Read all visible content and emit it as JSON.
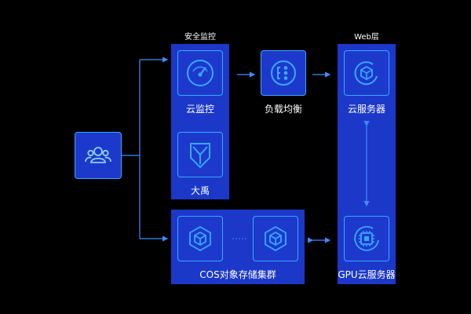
{
  "colors": {
    "background": "#000000",
    "panel": "#1c38c9",
    "accent": "#39a7ff",
    "line": "#3e8bff"
  },
  "headers": {
    "security": "安全监控",
    "web": "Web层"
  },
  "nodes": {
    "users": {
      "icon": "users-icon"
    },
    "cloud_monitor": {
      "label": "云监控",
      "icon": "gauge-icon"
    },
    "dayu": {
      "label": "大禹",
      "icon": "shield-icon"
    },
    "load_balancer": {
      "label": "负载均衡",
      "icon": "load-balancer-icon"
    },
    "cloud_server": {
      "label": "云服务器",
      "icon": "cloud-server-cube-icon"
    },
    "cos": {
      "label": "COS对象存储集群",
      "icon": "cube-icon"
    },
    "gpu_server": {
      "label": "GPU云服务器",
      "icon": "chip-icon"
    }
  }
}
